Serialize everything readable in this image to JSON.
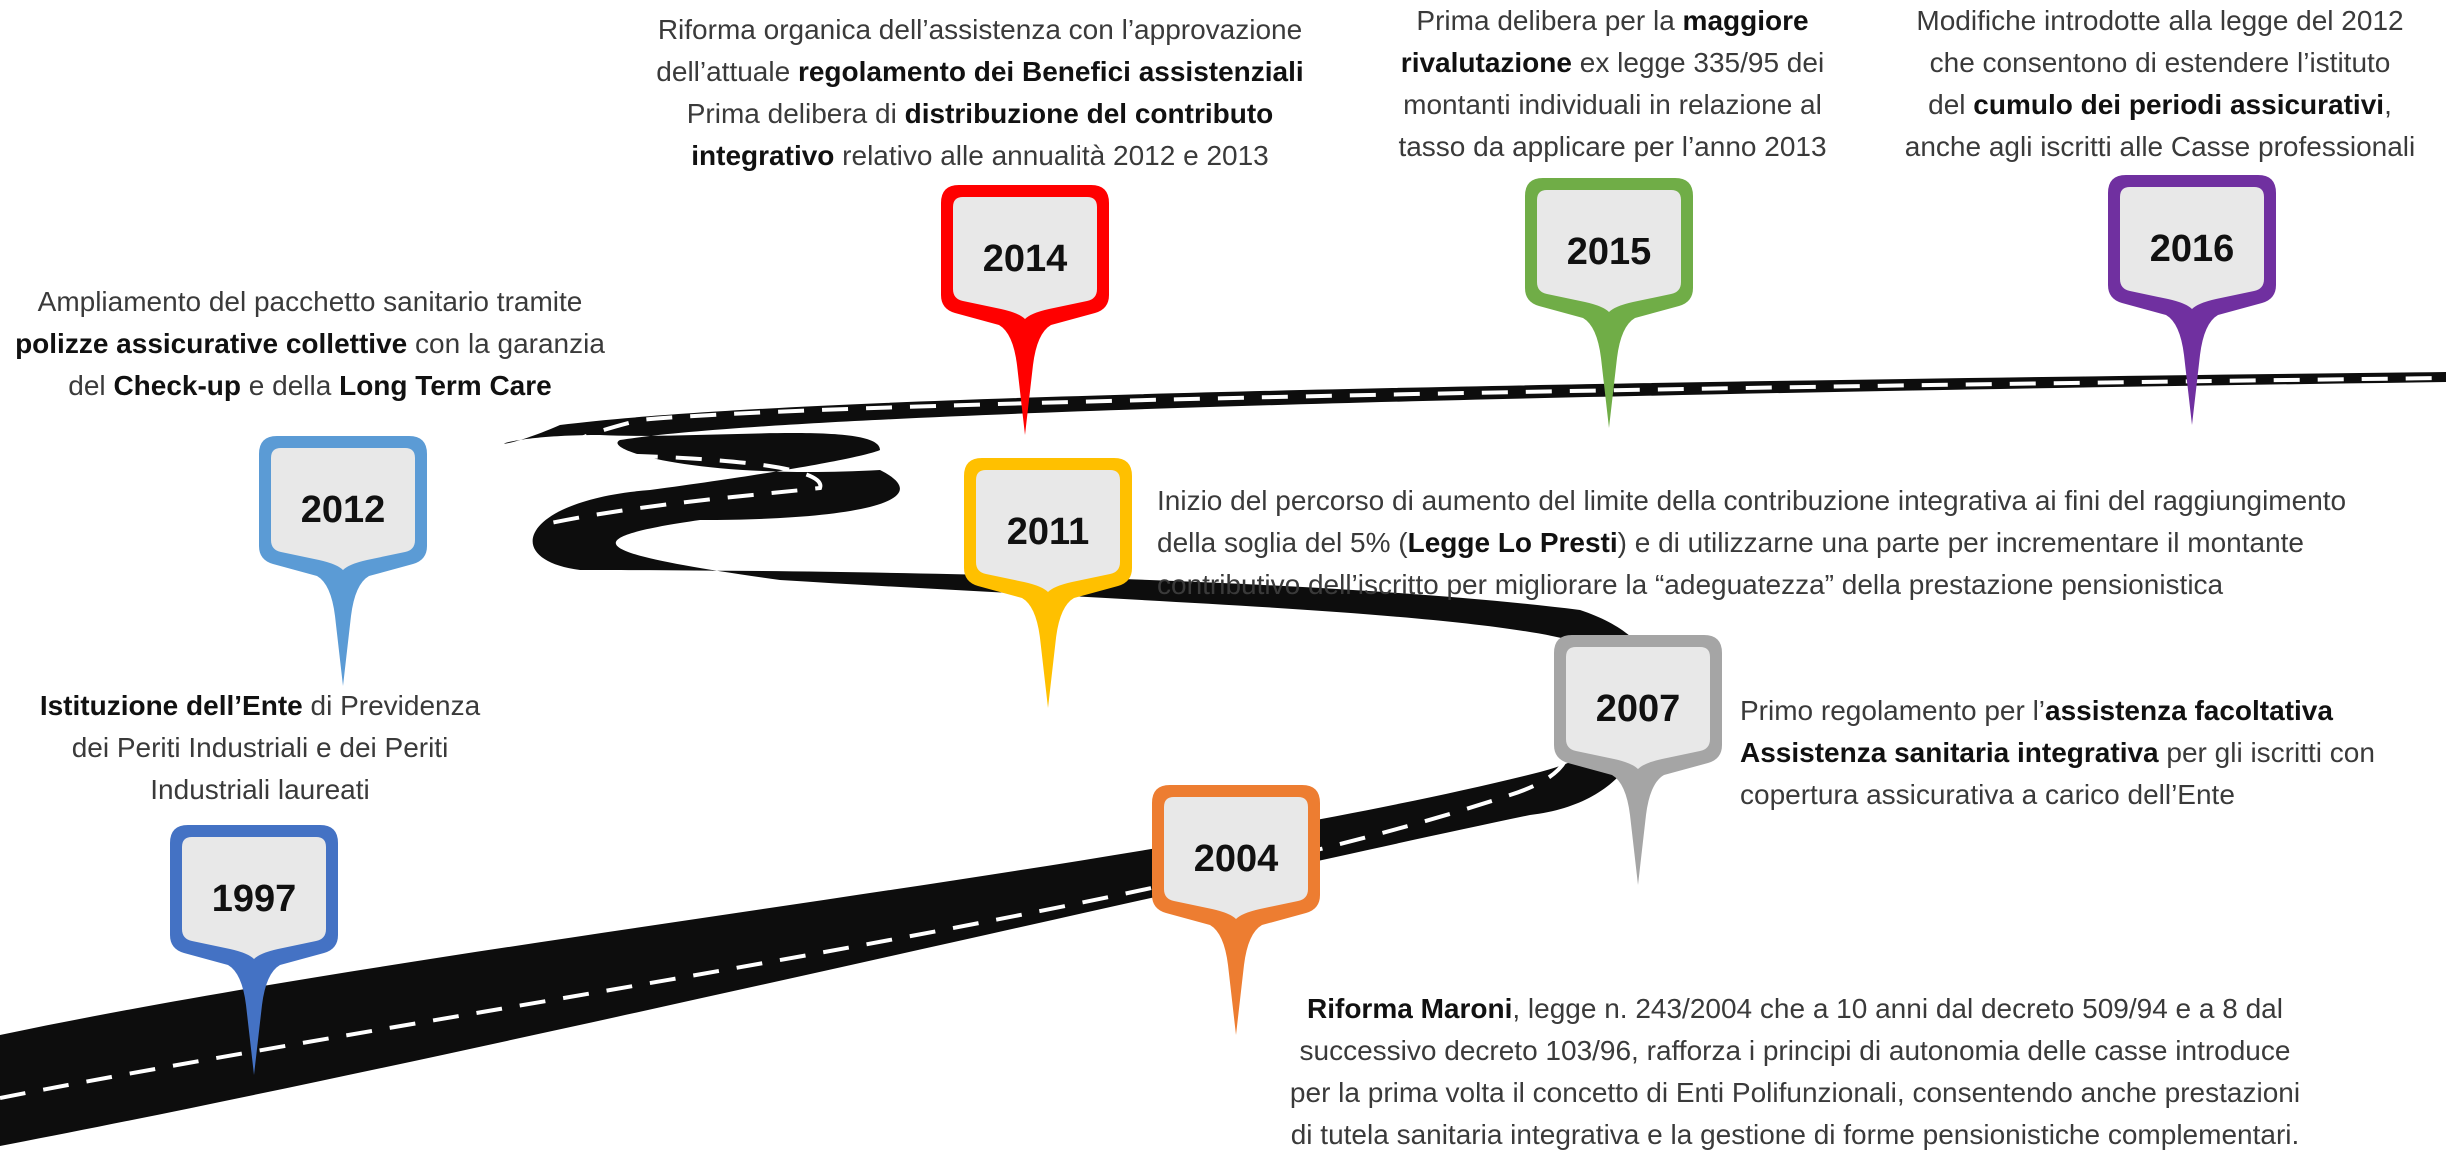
{
  "colors": {
    "road": "#0d0d0d",
    "dash": "#ffffff",
    "text": "#3a3a3a",
    "pin_inner": "#e8e8e8"
  },
  "milestones": [
    {
      "year": "1997",
      "color": "#4472c4",
      "desc": [
        [
          {
            "b": true,
            "t": "Istituzione dell’Ente"
          },
          {
            "b": false,
            "t": " di Previdenza"
          }
        ],
        [
          {
            "b": false,
            "t": "dei Periti Industriali e dei Periti"
          }
        ],
        [
          {
            "b": false,
            "t": "Industriali laureati"
          }
        ]
      ]
    },
    {
      "year": "2004",
      "color": "#ed7d31",
      "desc": [
        [
          {
            "b": true,
            "t": "Riforma Maroni"
          },
          {
            "b": false,
            "t": ", legge n. 243/2004 che a 10 anni dal decreto 509/94 e a 8 dal"
          }
        ],
        [
          {
            "b": false,
            "t": "successivo decreto 103/96, rafforza i principi di autonomia delle casse introduce"
          }
        ],
        [
          {
            "b": false,
            "t": "per la prima volta il concetto di Enti Polifunzionali, consentendo anche prestazioni"
          }
        ],
        [
          {
            "b": false,
            "t": "di tutela sanitaria integrativa e la gestione di forme pensionistiche complementari."
          }
        ]
      ]
    },
    {
      "year": "2007",
      "color": "#a5a5a5",
      "desc": [
        [
          {
            "b": false,
            "t": "Primo regolamento per l’"
          },
          {
            "b": true,
            "t": "assistenza facoltativa"
          }
        ],
        [
          {
            "b": true,
            "t": "Assistenza sanitaria integrativa"
          },
          {
            "b": false,
            "t": " per gli iscritti con"
          }
        ],
        [
          {
            "b": false,
            "t": "copertura assicurativa a carico dell’Ente"
          }
        ]
      ]
    },
    {
      "year": "2011",
      "color": "#ffc000",
      "desc": [
        [
          {
            "b": false,
            "t": "Inizio del percorso di aumento del limite della contribuzione integrativa ai fini del raggiungimento"
          }
        ],
        [
          {
            "b": false,
            "t": "della soglia del 5% ("
          },
          {
            "b": true,
            "t": "Legge Lo Presti"
          },
          {
            "b": false,
            "t": ") e di utilizzarne una parte per incrementare il montante"
          }
        ],
        [
          {
            "b": false,
            "t": "contributivo dell’iscritto per migliorare la “adeguatezza” della prestazione pensionistica"
          }
        ]
      ]
    },
    {
      "year": "2012",
      "color": "#5b9bd5",
      "desc": [
        [
          {
            "b": false,
            "t": "Ampliamento del pacchetto sanitario tramite"
          }
        ],
        [
          {
            "b": true,
            "t": "polizze assicurative  collettive"
          },
          {
            "b": false,
            "t": " con la garanzia"
          }
        ],
        [
          {
            "b": false,
            "t": "del "
          },
          {
            "b": true,
            "t": "Check-up"
          },
          {
            "b": false,
            "t": " e della "
          },
          {
            "b": true,
            "t": "Long Term Care"
          }
        ]
      ]
    },
    {
      "year": "2014",
      "color": "#ff0000",
      "desc": [
        [
          {
            "b": false,
            "t": "Riforma organica  dell’assistenza con l’approvazione"
          }
        ],
        [
          {
            "b": false,
            "t": "dell’attuale "
          },
          {
            "b": true,
            "t": "regolamento dei Benefici assistenziali"
          }
        ],
        [
          {
            "b": false,
            "t": "Prima delibera di "
          },
          {
            "b": true,
            "t": "distribuzione del contributo"
          }
        ],
        [
          {
            "b": true,
            "t": "integrativo"
          },
          {
            "b": false,
            "t": " relativo alle annualità 2012 e 2013"
          }
        ]
      ]
    },
    {
      "year": "2015",
      "color": "#70ad47",
      "desc": [
        [
          {
            "b": false,
            "t": "Prima delibera per la "
          },
          {
            "b": true,
            "t": "maggiore"
          }
        ],
        [
          {
            "b": true,
            "t": "rivalutazione"
          },
          {
            "b": false,
            "t": " ex legge 335/95 dei"
          }
        ],
        [
          {
            "b": false,
            "t": "montanti individuali in relazione al"
          }
        ],
        [
          {
            "b": false,
            "t": "tasso da applicare per l’anno 2013"
          }
        ]
      ]
    },
    {
      "year": "2016",
      "color": "#7030a0",
      "desc": [
        [
          {
            "b": false,
            "t": "Modifiche introdotte alla legge del 2012"
          }
        ],
        [
          {
            "b": false,
            "t": "che consentono di estendere l’istituto"
          }
        ],
        [
          {
            "b": false,
            "t": "del "
          },
          {
            "b": true,
            "t": "cumulo dei periodi assicurativi"
          },
          {
            "b": false,
            "t": ","
          }
        ],
        [
          {
            "b": false,
            "t": "anche agli iscritti alle Casse professionali"
          }
        ]
      ]
    }
  ]
}
